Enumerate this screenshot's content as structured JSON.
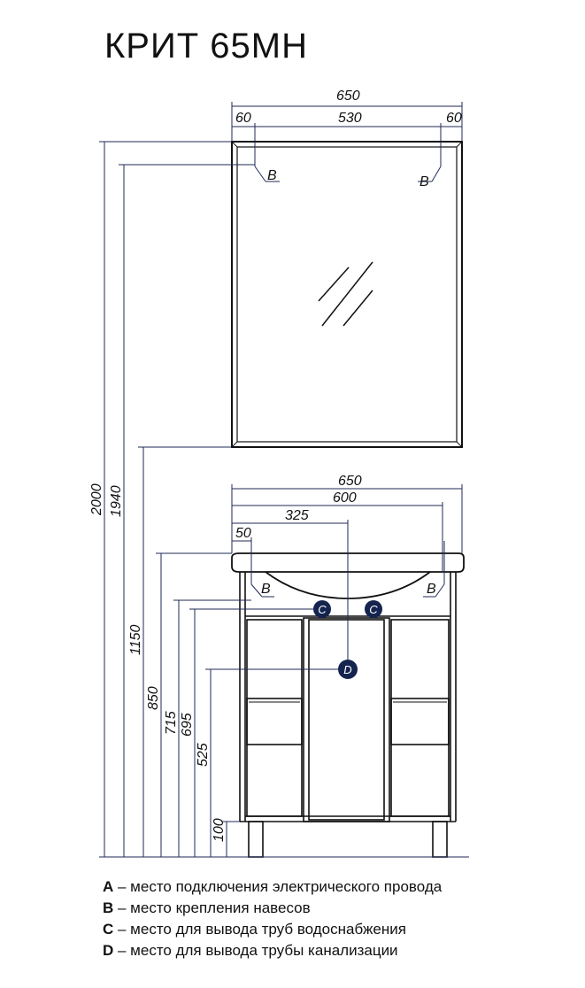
{
  "title": "КРИТ 65МН",
  "dimensions": {
    "mirror_width": "650",
    "mirror_left_offset": "60",
    "mirror_hook_span": "530",
    "mirror_right_offset": "60",
    "cabinet_width": "650",
    "cabinet_body_width": "600",
    "drain_offset": "325",
    "hook_offset": "50",
    "height_total": "2000",
    "height_mirror_hooks": "1940",
    "height_mirror_bottom": "1150",
    "height_top": "850",
    "height_hooks": "715",
    "height_water": "695",
    "height_drain": "525",
    "height_legs": "100"
  },
  "markers": {
    "hook": "B",
    "water": "C",
    "drain": "D"
  },
  "legend": [
    {
      "key": "A",
      "text": " – место подключения электрического провода"
    },
    {
      "key": "B",
      "text": " – место крепления навесов"
    },
    {
      "key": "C",
      "text": " – место для вывода труб водоснабжения"
    },
    {
      "key": "D",
      "text": " – место для вывода трубы канализации"
    }
  ],
  "colors": {
    "line": "#111111",
    "dimension": "#1f2a55",
    "marker_fill": "#14244f"
  }
}
